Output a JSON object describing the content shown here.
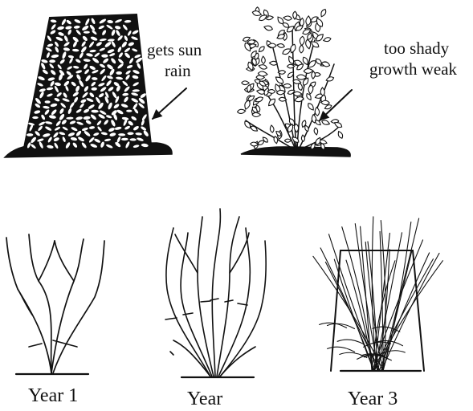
{
  "labels": {
    "sunny_line1": "gets sun",
    "sunny_line2": "rain",
    "shady_line1": "too shady",
    "shady_line2": "growth weak",
    "year1": "Year 1",
    "year2": "Year",
    "year3": "Year 3"
  },
  "colors": {
    "ink": "#111111",
    "paper": "#ffffff"
  }
}
